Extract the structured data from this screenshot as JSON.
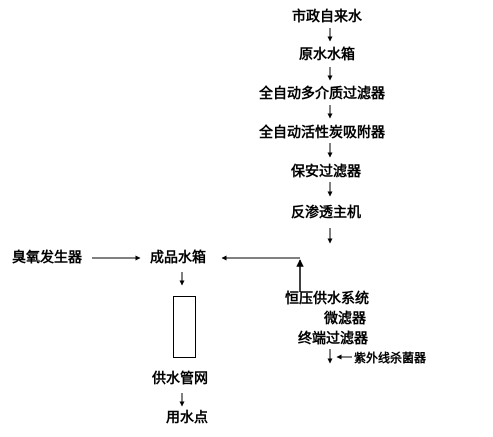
{
  "nodes": {
    "municipal_water": "市政自来水",
    "raw_water_tank": "原水水箱",
    "auto_multimedia_filter": "全自动多介质过滤器",
    "auto_active_carbon": "全自动活性炭吸附器",
    "security_filter": "保安过滤器",
    "reverse_osmosis": "反渗透主机",
    "ozone_generator": "臭氧发生器",
    "product_water_tank": "成品水箱",
    "constant_pressure": "恒压供水系统",
    "micro_filter": "微滤器",
    "terminal_filter": "终端过滤器",
    "uv_sterilizer": "紫外线杀菌器",
    "supply_network": "供水管网",
    "water_point": "用水点"
  },
  "colors": {
    "line": "#000000",
    "text": "#000000",
    "background": "#ffffff"
  }
}
